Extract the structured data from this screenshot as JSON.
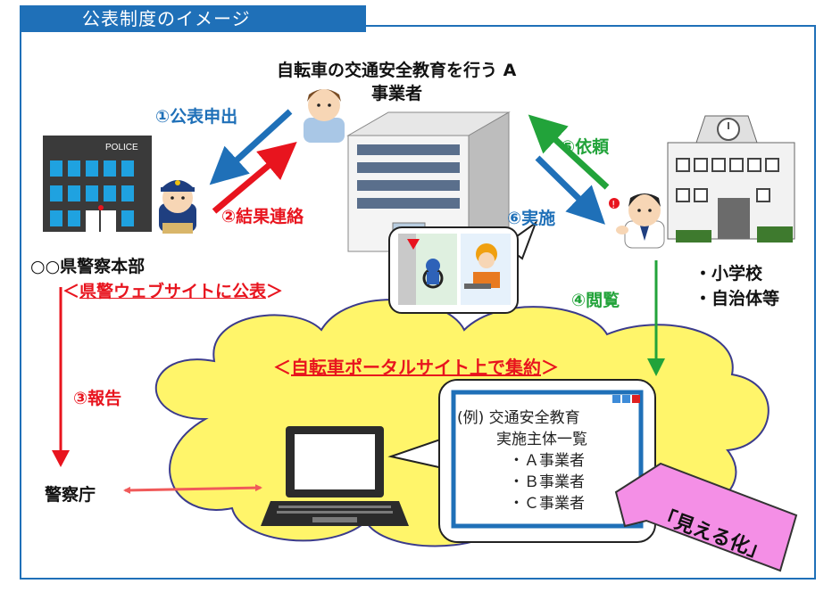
{
  "title": "公表制度のイメージ",
  "operator": {
    "line1": "自転車の交通安全教育を行う A",
    "line2": "事業者"
  },
  "police_hq": {
    "name": "○○県警察本部",
    "site_prefix": "＜",
    "site_link": "県警ウェブサイトに公表",
    "site_suffix": "＞",
    "sign": "POLICE"
  },
  "agency": "警察庁",
  "schools": {
    "item1": "・小学校",
    "item2": "・自治体等"
  },
  "steps": {
    "s1": "①公表申出",
    "s2": "②結果連絡",
    "s3": "③報告",
    "s4": "④閲覧",
    "s5": "⑤依頼",
    "s6": "⑥実施"
  },
  "portal": {
    "prefix": "＜",
    "link": "自転車ポータルサイト上で集約",
    "suffix": "＞"
  },
  "window": {
    "line1": "(例) 交通安全教育",
    "line2": "実施主体一覧",
    "item_a": "・Ａ事業者",
    "item_b": "・Ｂ事業者",
    "item_c": "・Ｃ事業者"
  },
  "visible_label": "「見える化」",
  "colors": {
    "blue": "#1f70b8",
    "red": "#e8141e",
    "green": "#22a33a",
    "cloud": "#fff56a",
    "pink": "#f48fe6"
  }
}
